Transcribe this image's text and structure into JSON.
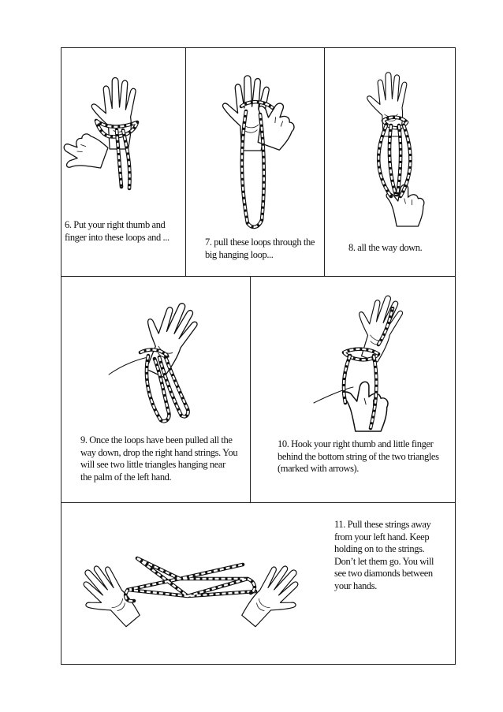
{
  "steps": [
    {
      "caption": "6. Put your right thumb and finger into these loops and ...",
      "icon": "hands-string-figure-step-6"
    },
    {
      "caption": "7. pull these loops through the big hanging loop...",
      "icon": "hands-string-figure-step-7"
    },
    {
      "caption": "8. all the way down.",
      "icon": "hands-string-figure-step-8"
    },
    {
      "caption": "9. Once the loops have been pulled all the way down, drop the right hand strings. You will see two little triangles hanging near the palm of the left hand.",
      "icon": "hand-string-figure-step-9"
    },
    {
      "caption": "10. Hook your right thumb and little finger behind the bottom string of the two triangles (marked with arrows).",
      "icon": "hands-string-figure-step-10"
    },
    {
      "caption": "11. Pull these strings away from your left hand. Keep holding on to the strings. Don’t let them go. You will see two diamonds between your hands.",
      "icon": "hands-string-figure-step-11"
    }
  ]
}
